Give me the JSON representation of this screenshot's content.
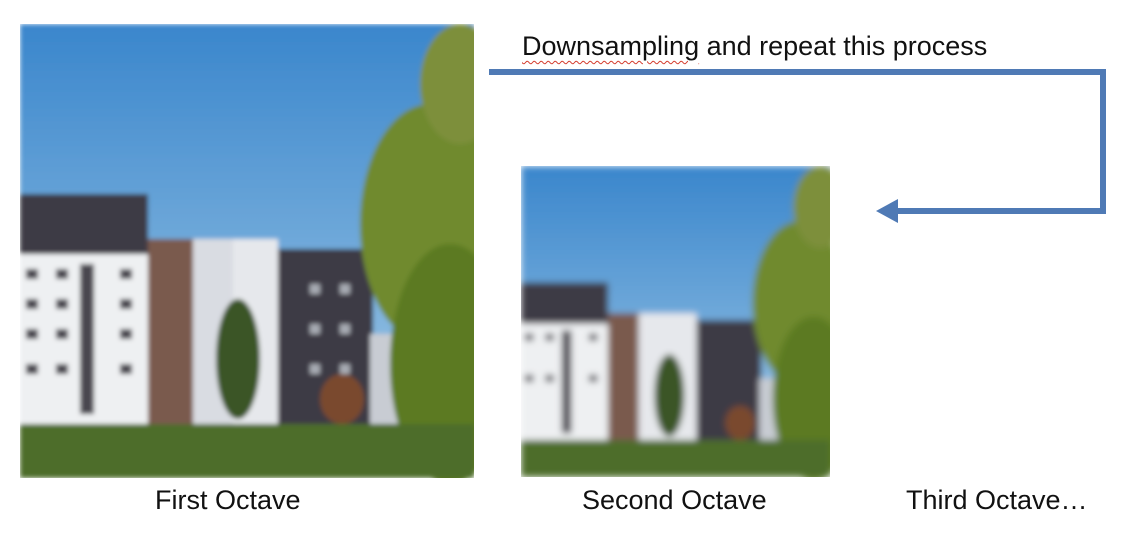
{
  "process_label": {
    "word": "Downsampling",
    "rest": " and repeat this process"
  },
  "octaves": [
    {
      "caption": "First Octave"
    },
    {
      "caption": "Second Octave"
    },
    {
      "caption": "Third Octave…"
    }
  ],
  "colors": {
    "arrow": "#4f7ab5",
    "sky_top": "#3a86cc",
    "sky_bottom": "#a7cde8",
    "grass": "#4e6d2a",
    "foliage": "#6f8a2e",
    "brick": "#7a5a4e",
    "dark_cladding": "#3e3a44",
    "white_wall": "#eef0f2"
  }
}
